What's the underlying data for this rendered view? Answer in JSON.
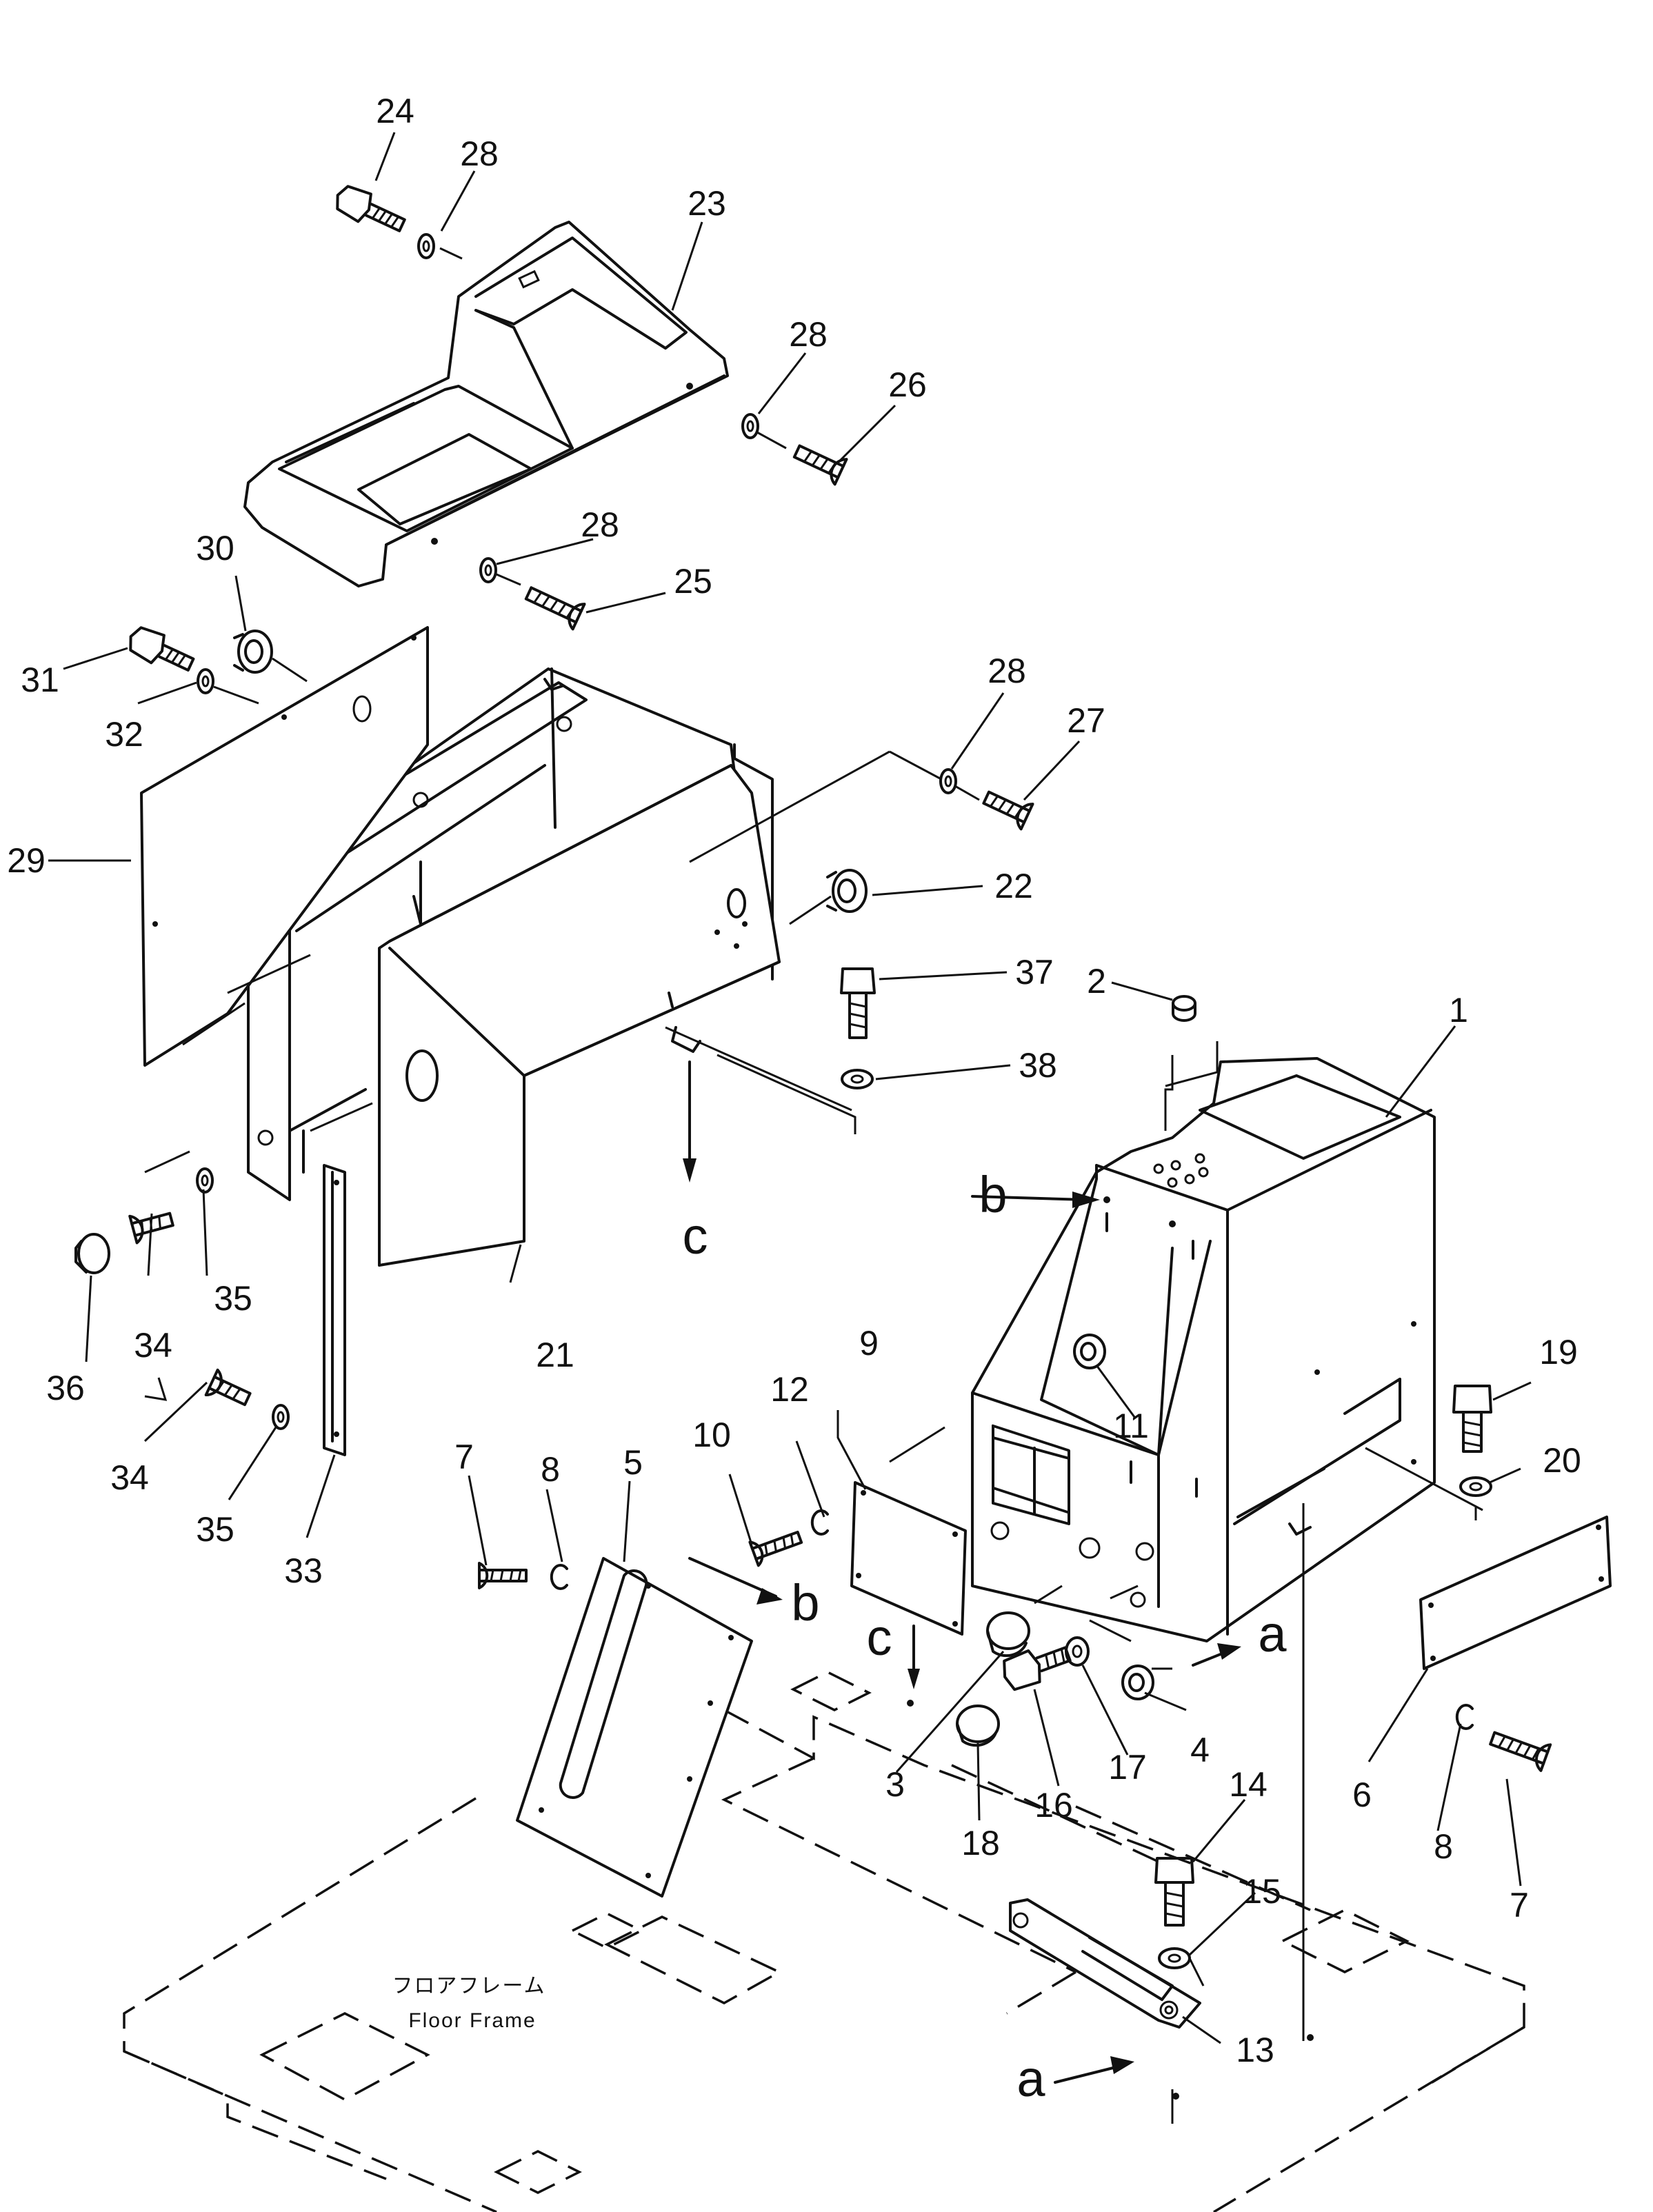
{
  "floor_frame": {
    "label_jp": "フロアフレーム",
    "label_en": "Floor Frame"
  },
  "part_numbers": {
    "n1": "1",
    "n2": "2",
    "n3": "3",
    "n4": "4",
    "n5": "5",
    "n6": "6",
    "n7a": "7",
    "n7b": "7",
    "n8a": "8",
    "n8b": "8",
    "n9": "9",
    "n10": "10",
    "n11": "11",
    "n12": "12",
    "n13": "13",
    "n14": "14",
    "n15": "15",
    "n16": "16",
    "n17": "17",
    "n18": "18",
    "n19": "19",
    "n20": "20",
    "n21": "21",
    "n22": "22",
    "n23": "23",
    "n24": "24",
    "n25": "25",
    "n26": "26",
    "n27": "27",
    "n28a": "28",
    "n28b": "28",
    "n28c": "28",
    "n28d": "28",
    "n29": "29",
    "n30": "30",
    "n31": "31",
    "n32": "32",
    "n33": "33",
    "n34a": "34",
    "n34b": "34",
    "n35a": "35",
    "n35b": "35",
    "n36": "36",
    "n37": "37",
    "n38": "38"
  },
  "view_letters": {
    "a1": "a",
    "a2": "a",
    "b1": "b",
    "b2": "b",
    "c1": "c",
    "c2": "c"
  }
}
